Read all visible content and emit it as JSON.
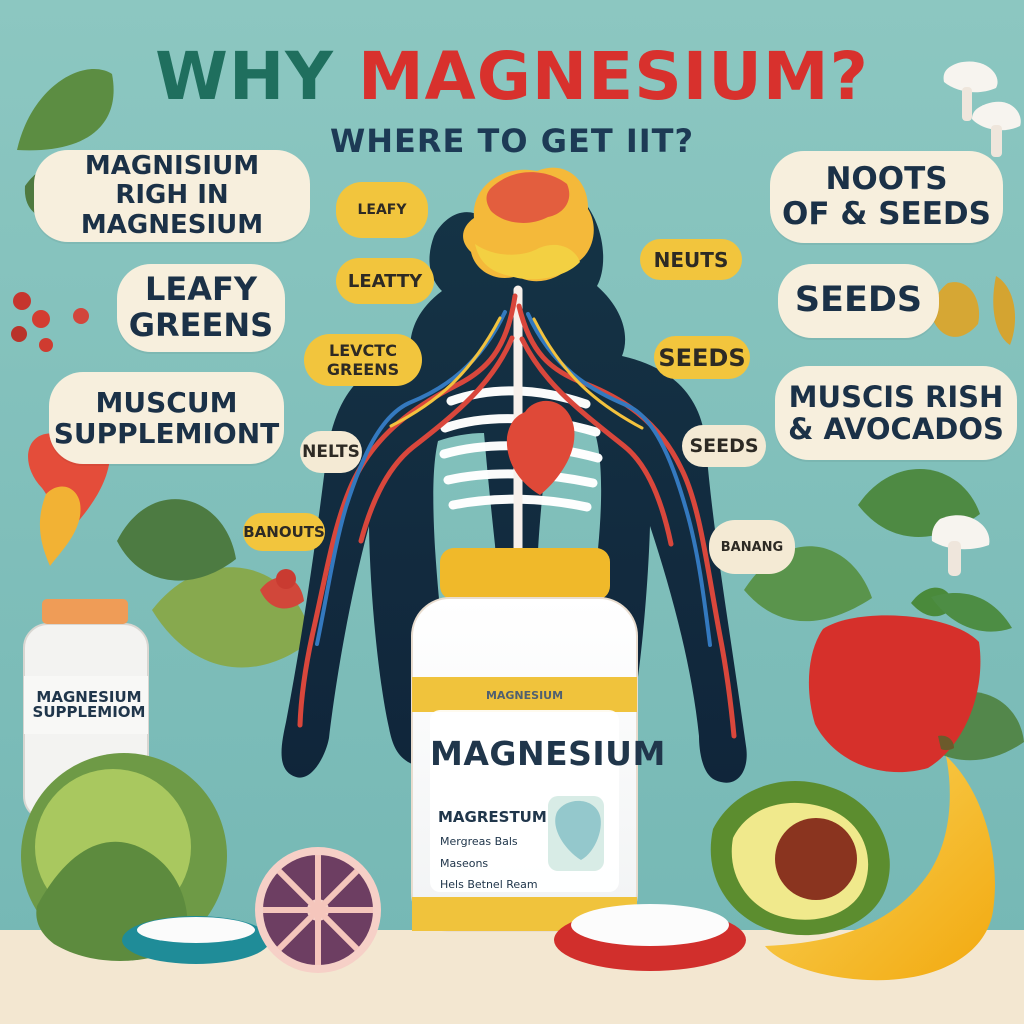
{
  "poster": {
    "title_why": "WHY",
    "title_magnesium": "MAGNESIUM?",
    "subtitle": "WHERE TO GET IIT?"
  },
  "bubbles": {
    "left_top": {
      "line1": "MAGNISIUM",
      "line2": "RIGH IN MAGNESIUM"
    },
    "left_mid": {
      "line1": "LEAFY",
      "line2": "GREENS"
    },
    "left_bottom": {
      "line1": "MUSCUM",
      "line2": "SUPPLEMIONT"
    },
    "right_top": {
      "line1": "NOOTS",
      "line2": "OF & SEEDS"
    },
    "right_mid": {
      "line1": "SEEDS"
    },
    "right_bottom": {
      "line1": "MUSCIS RISH",
      "line2": "& AVOCADOS"
    }
  },
  "pills": {
    "leatty": "LEATTY",
    "greens": "LEVCTC GREENS",
    "neults_right": "NEUTS",
    "seeds_right": "SEEDS",
    "seeds_lower_right": "SEEDS",
    "nelts_left": "NELTS",
    "banouts": "BANOUTS",
    "banang": "BANANG",
    "leafy_top": "LEAFY"
  },
  "items": {
    "jar_left_line1": "MAGNESIUM",
    "jar_left_line2": "SUPPLEMIOM",
    "jar_center_main": "MAGNESIUM",
    "jar_center_sub": "MAGRESTUM",
    "jar_center_brand": "MAGNESIUM",
    "jar_center_list_1": "Mergreas Bals",
    "jar_center_list_2": "Maseons",
    "jar_center_list_3": "Hels Betnel Ream"
  },
  "colors": {
    "background": "#7fc4bf",
    "title_dark": "#1f6f5e",
    "title_red": "#d8312d",
    "bubble": "#f7efdd",
    "pill_yellow": "#f2c53d",
    "jar_lid": "#f0b92a"
  },
  "icons": [
    "brain-icon",
    "heart-icon",
    "leaf-icon",
    "bowl-icon",
    "banana-icon",
    "avocado-icon",
    "pepper-icon",
    "cabbage-icon",
    "mushroom-icon",
    "fig-icon",
    "berries-icon"
  ]
}
